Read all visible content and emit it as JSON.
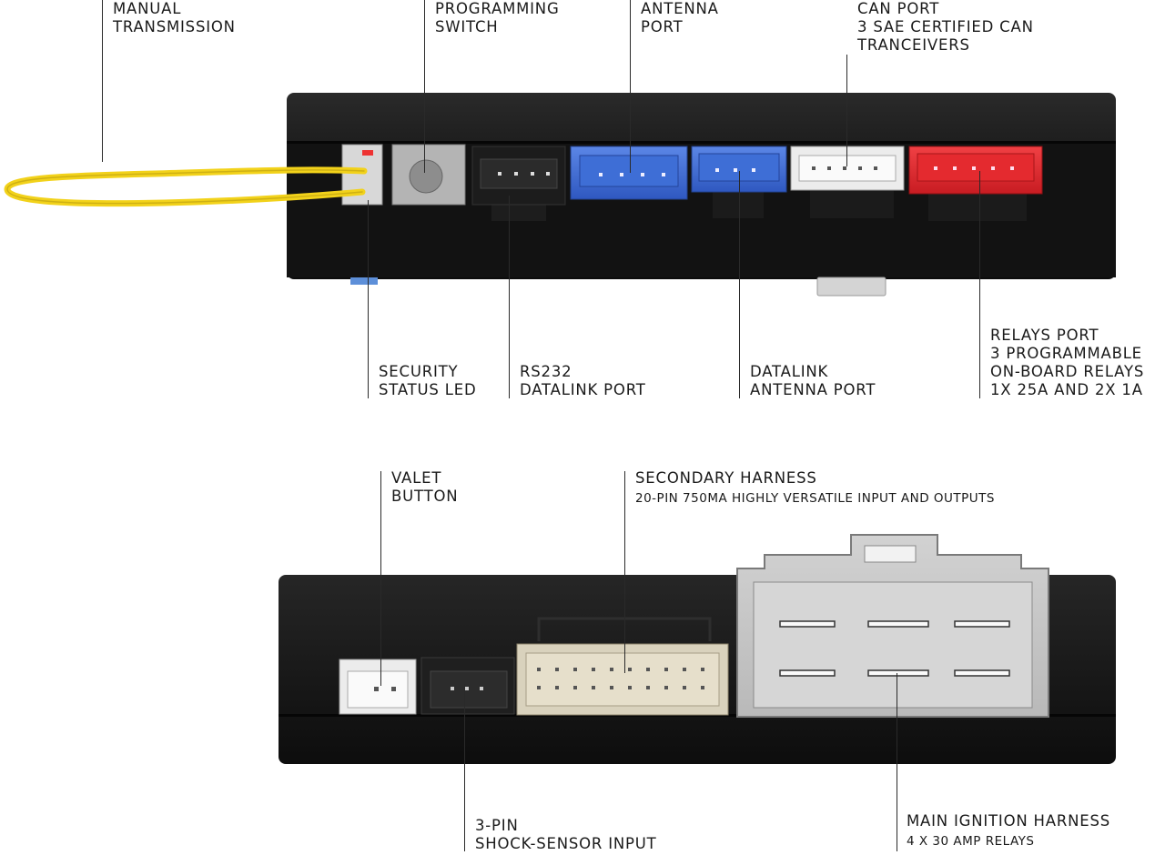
{
  "top_device": {
    "callouts": {
      "manual_transmission": [
        "MANUAL",
        "TRANSMISSION"
      ],
      "programming_switch": [
        "PROGRAMMING",
        "SWITCH"
      ],
      "antenna_port": [
        "ANTENNA",
        "PORT"
      ],
      "can_port": [
        "CAN PORT",
        "3 SAE CERTIFIED CAN",
        "TRANCEIVERS"
      ],
      "security_status_led": [
        "SECURITY",
        "STATUS LED"
      ],
      "rs232_datalink_port": [
        "RS232",
        "DATALINK PORT"
      ],
      "datalink_antenna_port": [
        "DATALINK",
        "ANTENNA PORT"
      ],
      "relays_port": [
        "RELAYS PORT",
        "3 PROGRAMMABLE",
        "ON-BOARD RELAYS",
        "1X 25A AND 2X 1A"
      ]
    }
  },
  "bottom_device": {
    "callouts": {
      "valet_button": [
        "VALET",
        "BUTTON"
      ],
      "secondary_harness": {
        "title": "SECONDARY HARNESS",
        "detail": "20-PIN 750MA HIGHLY VERSATILE INPUT AND OUTPUTS"
      },
      "shock_sensor_input": [
        "3-PIN",
        "SHOCK-SENSOR INPUT"
      ],
      "main_ignition_harness": {
        "title": "MAIN IGNITION HARNESS",
        "detail": "4 X 30 AMP RELAYS"
      }
    }
  },
  "colors": {
    "housing": "#111111",
    "wire": "#f2d21a",
    "blue_connector": "#3f6fd8",
    "red_connector": "#e8262b",
    "white_connector": "#ececec",
    "grey_connector": "#c9c9c9",
    "beige_connector": "#d9d2bd"
  }
}
